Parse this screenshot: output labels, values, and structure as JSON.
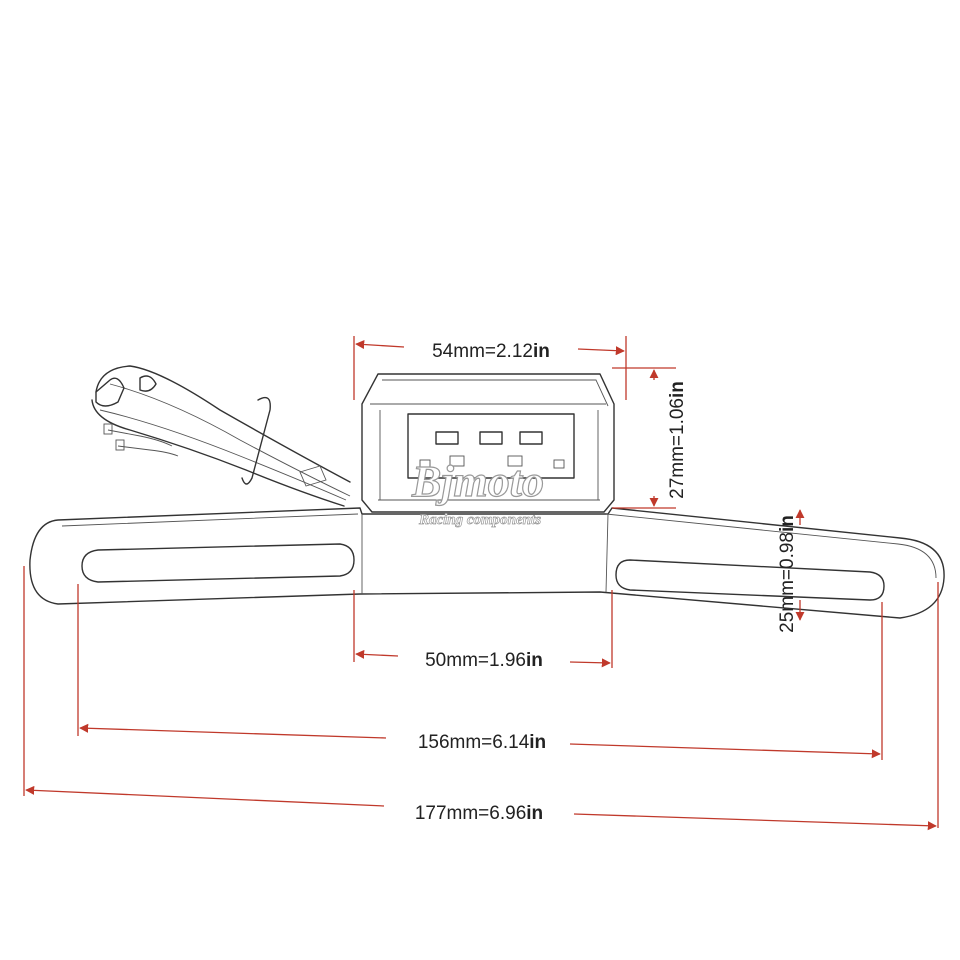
{
  "watermark": {
    "brand": "Bjmoto",
    "tagline": "Racing components"
  },
  "dimensions": {
    "light_width": {
      "value": "54mm=2.12",
      "unit": "in"
    },
    "light_height": {
      "value": "27mm=1.06",
      "unit": "in"
    },
    "slot_height": {
      "value": "25mm=0.98",
      "unit": "in"
    },
    "inner_width": {
      "value": "50mm=1.96",
      "unit": "in"
    },
    "slot_span": {
      "value": "156mm=6.14",
      "unit": "in"
    },
    "overall_width": {
      "value": "177mm=6.96",
      "unit": "in"
    }
  },
  "colors": {
    "dimension_line": "#c0392b",
    "sketch_line": "#333333",
    "background": "#ffffff"
  }
}
